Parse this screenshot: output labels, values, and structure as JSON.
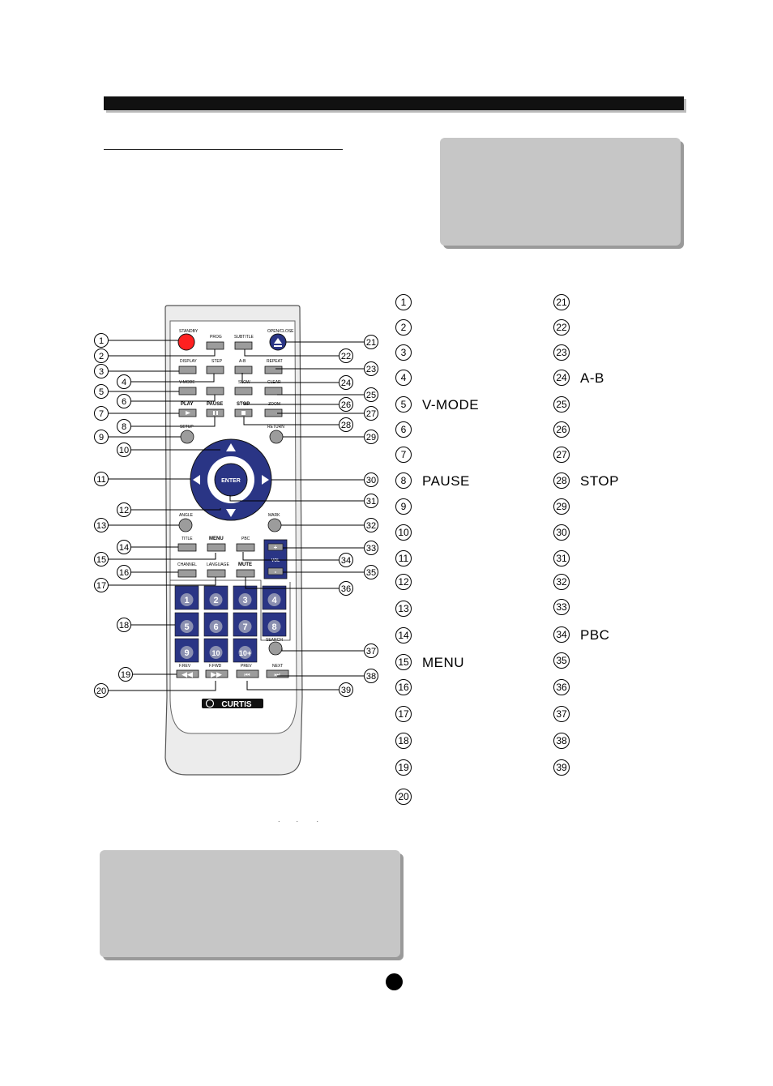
{
  "legend": [
    {
      "n": "1",
      "label": ""
    },
    {
      "n": "2",
      "label": ""
    },
    {
      "n": "3",
      "label": ""
    },
    {
      "n": "4",
      "label": ""
    },
    {
      "n": "5",
      "label": "V-MODE"
    },
    {
      "n": "6",
      "label": ""
    },
    {
      "n": "7",
      "label": ""
    },
    {
      "n": "8",
      "label": "PAUSE"
    },
    {
      "n": "9",
      "label": ""
    },
    {
      "n": "10",
      "label": ""
    },
    {
      "n": "11",
      "label": ""
    },
    {
      "n": "12",
      "label": ""
    },
    {
      "n": "13",
      "label": ""
    },
    {
      "n": "14",
      "label": ""
    },
    {
      "n": "15",
      "label": "MENU"
    },
    {
      "n": "16",
      "label": ""
    },
    {
      "n": "17",
      "label": ""
    },
    {
      "n": "18",
      "label": ""
    },
    {
      "n": "19",
      "label": ""
    },
    {
      "n": "20",
      "label": ""
    },
    {
      "n": "21",
      "label": ""
    },
    {
      "n": "22",
      "label": ""
    },
    {
      "n": "23",
      "label": ""
    },
    {
      "n": "24",
      "label": "A-B"
    },
    {
      "n": "25",
      "label": ""
    },
    {
      "n": "26",
      "label": ""
    },
    {
      "n": "27",
      "label": ""
    },
    {
      "n": "28",
      "label": "STOP"
    },
    {
      "n": "29",
      "label": ""
    },
    {
      "n": "30",
      "label": ""
    },
    {
      "n": "31",
      "label": ""
    },
    {
      "n": "32",
      "label": ""
    },
    {
      "n": "33",
      "label": ""
    },
    {
      "n": "34",
      "label": "PBC"
    },
    {
      "n": "35",
      "label": ""
    },
    {
      "n": "36",
      "label": ""
    },
    {
      "n": "37",
      "label": ""
    },
    {
      "n": "38",
      "label": ""
    },
    {
      "n": "39",
      "label": ""
    }
  ],
  "remote": {
    "brand": "CURTIS",
    "enter_label": "ENTER",
    "vol_label": "VOL",
    "button_labels": {
      "standby": "STANDBY",
      "prog": "PROG",
      "subtitle": "SUBTITLE",
      "open_close": "OPEN/CLOSE",
      "display": "DISPLAY",
      "step": "STEP",
      "a_b": "A-B",
      "repeat": "REPEAT",
      "v_mode": "V-MODE",
      "slow": "SLOW",
      "clear": "CLEAR",
      "play": "PLAY",
      "pause": "PAUSE",
      "stop": "STOP",
      "zoom": "ZOOM",
      "setup": "SETUP",
      "return": "RETURN",
      "angle": "ANGLE",
      "mark": "MARK",
      "title": "TITLE",
      "menu": "MENU",
      "pbc": "PBC",
      "channel": "CHANNEL",
      "language": "LANGUAGE",
      "mute": "MUTE",
      "search": "SEARCH",
      "f_rev": "F.REV",
      "f_fwd": "F.FWD",
      "prev": "PREV",
      "next": "NEXT"
    },
    "numeric_keys": [
      "1",
      "2",
      "3",
      "4",
      "5",
      "6",
      "7",
      "8",
      "9",
      "10",
      "10+"
    ]
  },
  "colors": {
    "navy": "#2a3585",
    "standby_red": "#ff2020",
    "button_gray": "#9c9c9c",
    "remote_body": "#ececec",
    "box_gray": "#c6c6c6"
  }
}
